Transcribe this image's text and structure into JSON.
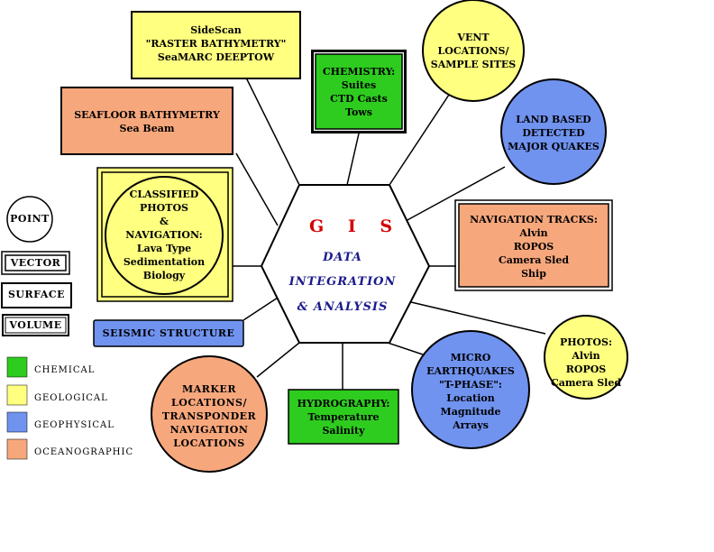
{
  "colors": {
    "chemical": "#2ecc1f",
    "geological": "#ffff80",
    "geophysical": "#7093f0",
    "oceanographic": "#f7a77c",
    "hex_title": "#d40000",
    "hex_text": "#1a1a8c"
  },
  "center": {
    "title": "G I S",
    "line1": "DATA",
    "line2": "INTEGRATION",
    "line3": "& ANALYSIS"
  },
  "structures": {
    "point": "POINT",
    "vector": "VECTOR",
    "surface": "SURFACE",
    "volume": "VOLUME"
  },
  "legend": [
    {
      "label": "CHEMICAL",
      "color": "#2ecc1f"
    },
    {
      "label": "GEOLOGICAL",
      "color": "#ffff80"
    },
    {
      "label": "GEOPHYSICAL",
      "color": "#7093f0"
    },
    {
      "label": "OCEANOGRAPHIC",
      "color": "#f7a77c"
    }
  ],
  "nodes": {
    "sidescan": {
      "lines": [
        "SideScan",
        "\"RASTER BATHYMETRY\"",
        "SeaMARC DEEPTOW"
      ]
    },
    "chemistry": {
      "lines": [
        "CHEMISTRY:",
        "Suites",
        "CTD Casts",
        "Tows"
      ]
    },
    "vent": {
      "lines": [
        "VENT",
        "LOCATIONS/",
        "SAMPLE SITES"
      ]
    },
    "seafloor": {
      "lines": [
        "SEAFLOOR BATHYMETRY",
        "Sea Beam"
      ]
    },
    "land_quakes": {
      "lines": [
        "LAND BASED",
        "DETECTED",
        "MAJOR QUAKES"
      ]
    },
    "classified": {
      "lines": [
        "CLASSIFIED",
        "PHOTOS",
        "&",
        "NAVIGATION:",
        "Lava Type",
        "Sedimentation",
        "Biology"
      ]
    },
    "nav_tracks": {
      "lines": [
        "NAVIGATION TRACKS:",
        "Alvin",
        "ROPOS",
        "Camera Sled",
        "Ship"
      ]
    },
    "seismic": {
      "lines": [
        "SEISMIC STRUCTURE"
      ]
    },
    "photos": {
      "lines": [
        "PHOTOS:",
        "Alvin",
        "ROPOS",
        "Camera Sled"
      ]
    },
    "micro": {
      "lines": [
        "MICRO",
        "EARTHQUAKES",
        "\"T-PHASE\":",
        "Location",
        "Magnitude",
        "Arrays"
      ]
    },
    "marker": {
      "lines": [
        "MARKER",
        "LOCATIONS/",
        "TRANSPONDER",
        "NAVIGATION",
        "LOCATIONS"
      ]
    },
    "hydro": {
      "lines": [
        "HYDROGRAPHY:",
        "Temperature",
        "Salinity"
      ]
    }
  }
}
